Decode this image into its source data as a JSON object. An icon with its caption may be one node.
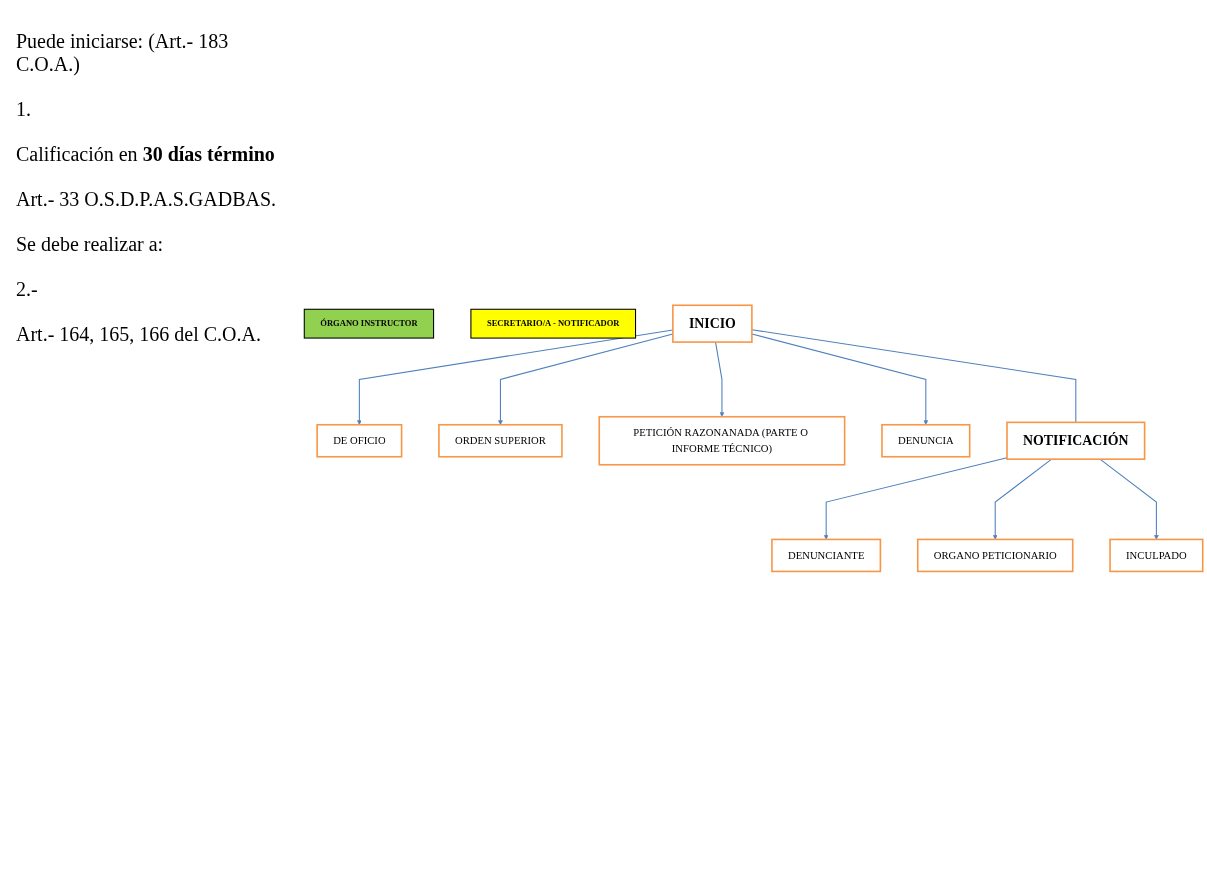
{
  "diagram": {
    "nodes": [
      {
        "text": [
          "ÓRGANO INSTRUCTOR"
        ]
      },
      {
        "text": [
          "INICIO"
        ]
      },
      {
        "text": [
          "DE OFICIO"
        ]
      },
      {
        "text": [
          "ORDEN SUPERIOR"
        ]
      },
      {
        "text": [
          "PETICIÓN RAZONANADA (PARTE O INFORME TÉCNICO)"
        ]
      },
      {
        "text": [
          "DENUNCIA"
        ]
      },
      {
        "text": [
          "SECRETARIO/A - NOTIFICADOR"
        ]
      },
      {
        "text": [
          "NOTIFICACIÓN"
        ]
      },
      {
        "text": [
          "DENUNCIANTE"
        ]
      },
      {
        "text": [
          "ORGANO PETICIONARIO"
        ]
      },
      {
        "text": [
          "INCULPADO"
        ]
      }
    ],
    "edges": [
      {
        "from": 1,
        "to": 2,
        "arrow": "to"
      },
      {
        "from": 1,
        "to": 3,
        "arrow": "to"
      },
      {
        "from": 1,
        "to": 4,
        "arrow": "to"
      },
      {
        "from": 1,
        "to": 5,
        "arrow": "to"
      },
      {
        "from": 1,
        "to": 7,
        "arrow": "none"
      },
      {
        "from": 7,
        "to": 8,
        "arrow": "to"
      },
      {
        "from": 7,
        "to": 9,
        "arrow": "to"
      },
      {
        "from": 7,
        "to": 10,
        "arrow": "to"
      }
    ],
    "labels": [
      "Puede iniciarse: (Art.- 183 C.O.A.)",
      "1.",
      "Calificación en **30 días término**",
      "Art.- 33 O.S.D.P.A.S.GADBAS.",
      "Se debe realizar a:",
      "2.-",
      "Art.- 164, 165, 166 del C.O.A."
    ]
  }
}
